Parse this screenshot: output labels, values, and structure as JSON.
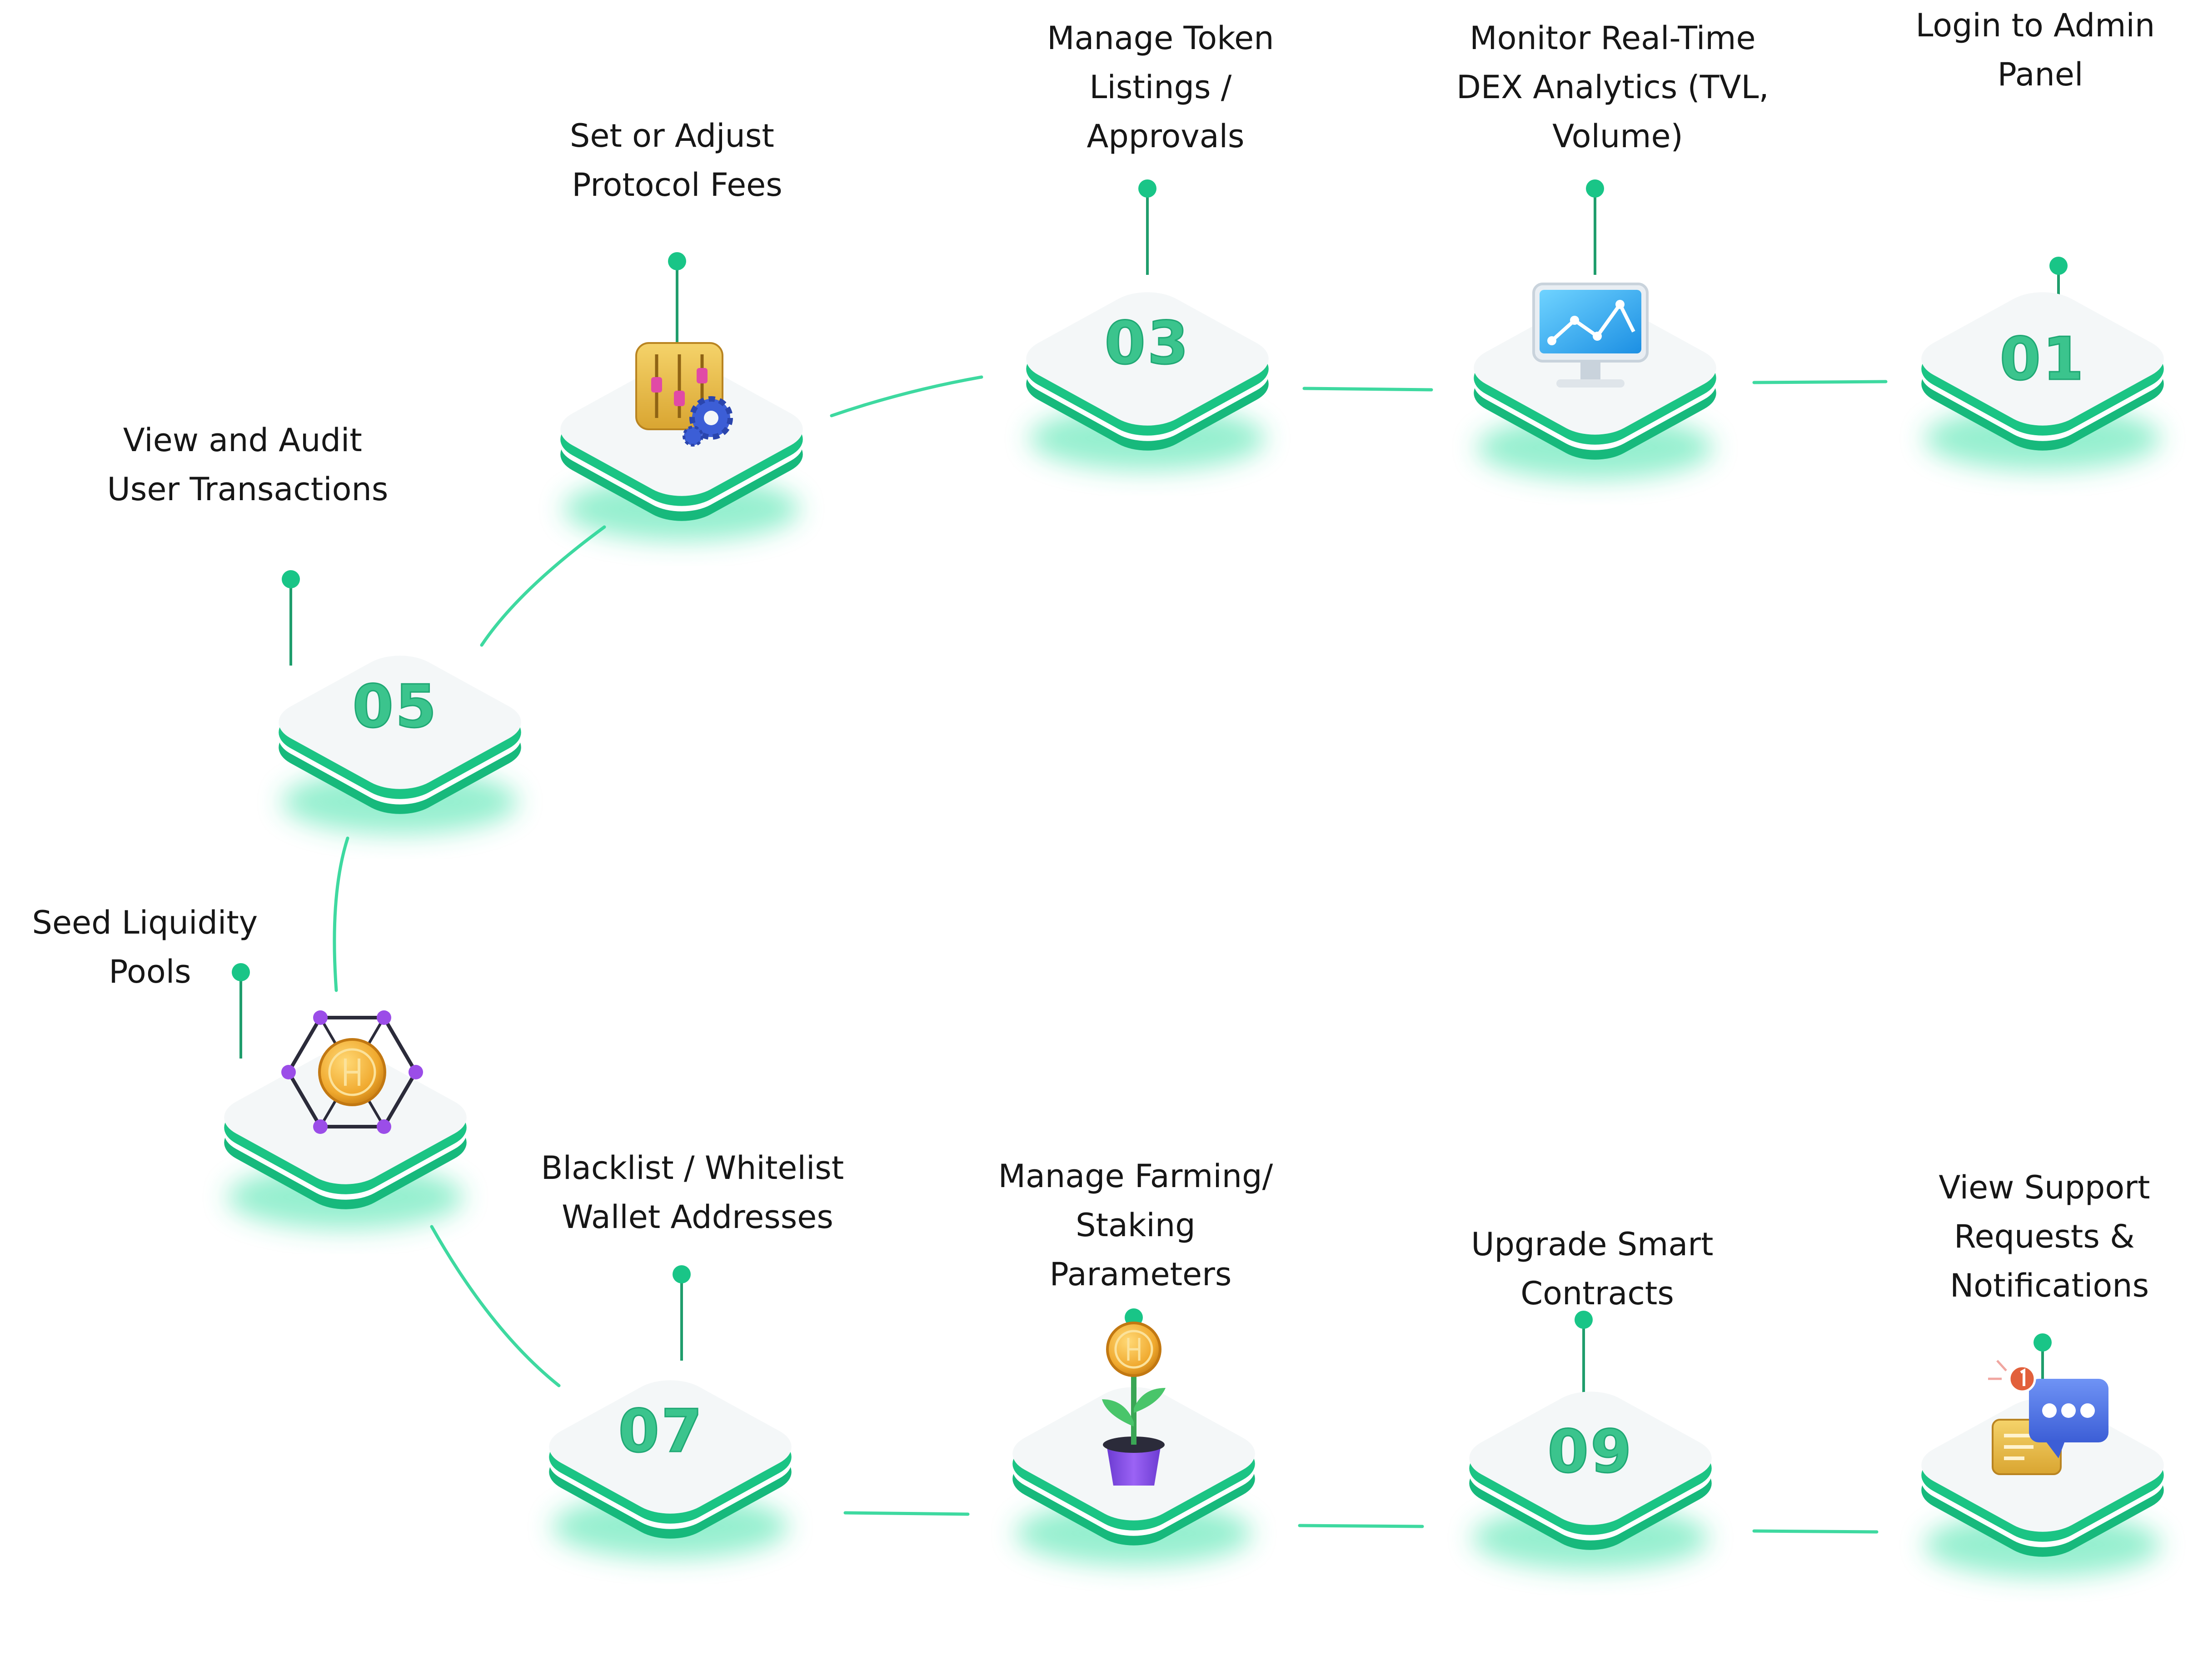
{
  "colors": {
    "accent": "#1fc487",
    "tile_top": "#f4f7f8",
    "connector": "#3ed9a0",
    "text": "#161616"
  },
  "steps": [
    {
      "id": "01",
      "number": "01",
      "label_lines": [
        "Login to Admin",
        "Panel"
      ]
    },
    {
      "id": "02",
      "icon": "monitor-chart-icon",
      "label_lines": [
        "Monitor Real-Time",
        "DEX Analytics (TVL,",
        "Volume)"
      ]
    },
    {
      "id": "03",
      "number": "03",
      "label_lines": [
        "Manage Token",
        "Listings /",
        "Approvals"
      ]
    },
    {
      "id": "04",
      "icon": "sliders-gear-icon",
      "label_lines": [
        "Set or Adjust",
        "Protocol Fees"
      ]
    },
    {
      "id": "05",
      "number": "05",
      "label_lines": [
        "View and Audit",
        "User Transactions"
      ]
    },
    {
      "id": "06",
      "icon": "liquidity-network-coin-icon",
      "label_lines": [
        "Seed Liquidity",
        "Pools"
      ]
    },
    {
      "id": "07",
      "number": "07",
      "label_lines": [
        "Blacklist / Whitelist",
        "Wallet Addresses"
      ]
    },
    {
      "id": "08",
      "icon": "coin-plant-pot-icon",
      "label_lines": [
        "Manage Farming/",
        "Staking",
        "Parameters"
      ]
    },
    {
      "id": "09",
      "number": "09",
      "label_lines": [
        "Upgrade Smart",
        "Contracts"
      ]
    },
    {
      "id": "10",
      "icon": "chat-notification-icon",
      "label_lines": [
        "View Support",
        "Requests &",
        "Notifications"
      ]
    }
  ]
}
